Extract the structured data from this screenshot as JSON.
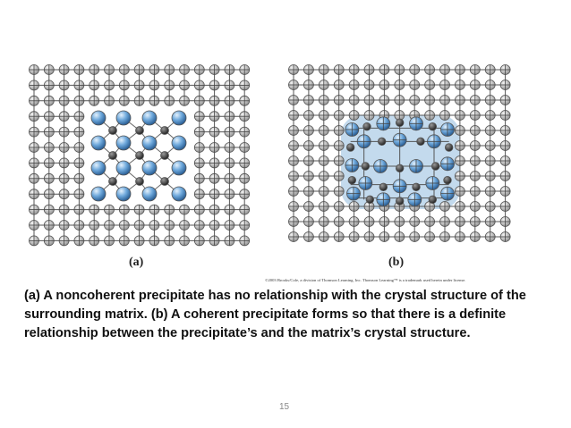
{
  "figure": {
    "label_a": "(a)",
    "label_b": "(b)",
    "copyright": "©2003 Brooks/Cole, a division of Thomson Learning, Inc.  Thomson Learning™ is a trademark used herein under license.",
    "colors": {
      "matrix_atom": "#c8c8c8",
      "precipitate_atom": "#5b9bd5",
      "small_atom": "#444444",
      "coherent_zone": "#b9d3ea"
    }
  },
  "caption": {
    "line1": "(a)  A noncoherent precipitate has no relationship with the crystal structure of the",
    "line2": "surrounding matrix.   (b) A coherent precipitate forms so that there is a definite",
    "line3": "relationship between the precipitate’s and the matrix’s crystal structure."
  },
  "page_number": "15"
}
